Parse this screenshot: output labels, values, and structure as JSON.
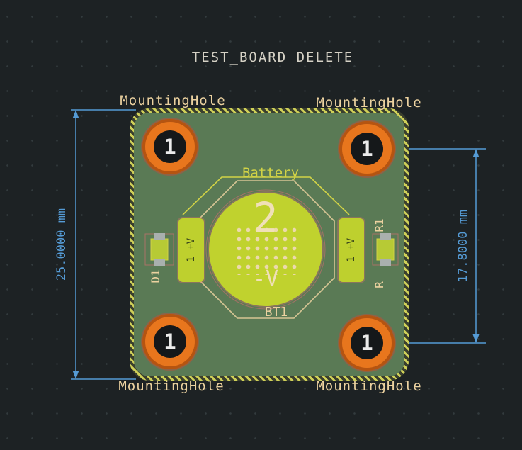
{
  "app": {
    "title": "TEST_BOARD DELETE"
  },
  "board": {
    "mounting_holes": [
      {
        "position": "top-left",
        "label": "MountingHole",
        "pad_number": "1"
      },
      {
        "position": "top-right",
        "label": "MountingHole",
        "pad_number": "1"
      },
      {
        "position": "bottom-left",
        "label": "MountingHole",
        "pad_number": "1"
      },
      {
        "position": "bottom-right",
        "label": "MountingHole",
        "pad_number": "1"
      }
    ],
    "battery": {
      "value": "Battery",
      "reference": "BT1",
      "pad_number": "2",
      "polarity_label": "-V"
    },
    "left_component": {
      "reference": "D1",
      "pad_number": "1",
      "pad_label": "+V"
    },
    "right_component": {
      "reference": "R1",
      "reference_silk": "R",
      "pad_number": "1",
      "pad_label": "+V"
    }
  },
  "dimensions": {
    "left_vertical": "25.0000 mm",
    "right_vertical": "17.8000 mm"
  },
  "colors": {
    "background": "#1d2224",
    "board_mask": "#5a7a55",
    "edge_hatch": "#cfd058",
    "pad_orange": "#e8761d",
    "pad_yellow_green": "#bed02e",
    "silkscreen": "#ecd2a0",
    "fab_yellow": "#d2d346",
    "dimension_blue": "#559bd5"
  }
}
